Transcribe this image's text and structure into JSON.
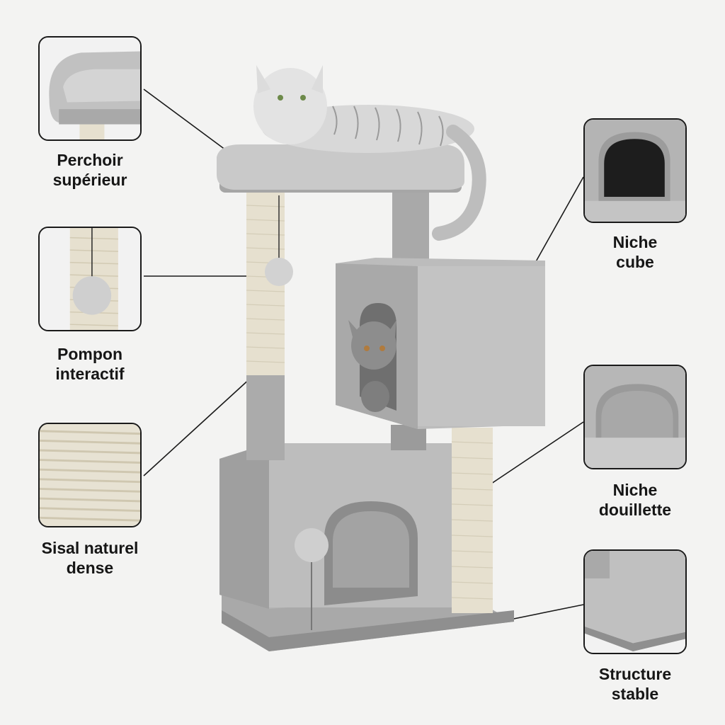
{
  "callouts": {
    "perch": {
      "label": "Perchoir\nsupérieur",
      "icon": "perch-closeup-icon"
    },
    "pompom": {
      "label": "Pompon\ninteractif",
      "icon": "pompom-closeup-icon"
    },
    "sisal": {
      "label": "Sisal naturel\ndense",
      "icon": "sisal-closeup-icon"
    },
    "cube": {
      "label": "Niche\ncube",
      "icon": "cube-closeup-icon"
    },
    "cozy": {
      "label": "Niche\ndouillette",
      "icon": "condo-closeup-icon"
    },
    "base": {
      "label": "Structure\nstable",
      "icon": "base-closeup-icon"
    }
  },
  "colors": {
    "plush": "#b9b9b9",
    "plush_dark": "#9e9e9e",
    "sisal": "#e7e2d3",
    "background": "#f3f3f2",
    "outline": "#1a1a1a"
  }
}
